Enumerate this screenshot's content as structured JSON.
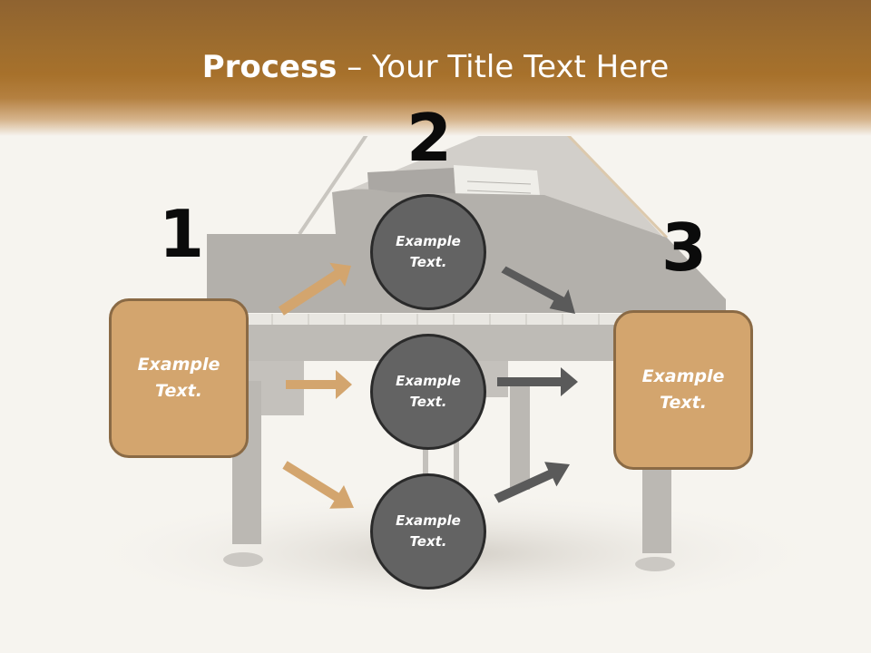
{
  "slide": {
    "title_bold": "Process",
    "title_rest": " – Your Title Text Here"
  },
  "steps": {
    "step1_number": "1",
    "step2_number": "2",
    "step3_number": "3"
  },
  "boxes": {
    "left_text": "Example\nText.",
    "right_text": "Example\nText."
  },
  "circles": {
    "top_text": "Example\nText.",
    "middle_text": "Example\nText.",
    "bottom_text": "Example\nText."
  },
  "colors": {
    "header_brown": "#a7712b",
    "box_tan": "#d3a56e",
    "box_border": "#8a6a45",
    "circle_gray": "#636363",
    "arrow_tan": "#d3a56e",
    "arrow_gray": "#5a5a5a"
  }
}
